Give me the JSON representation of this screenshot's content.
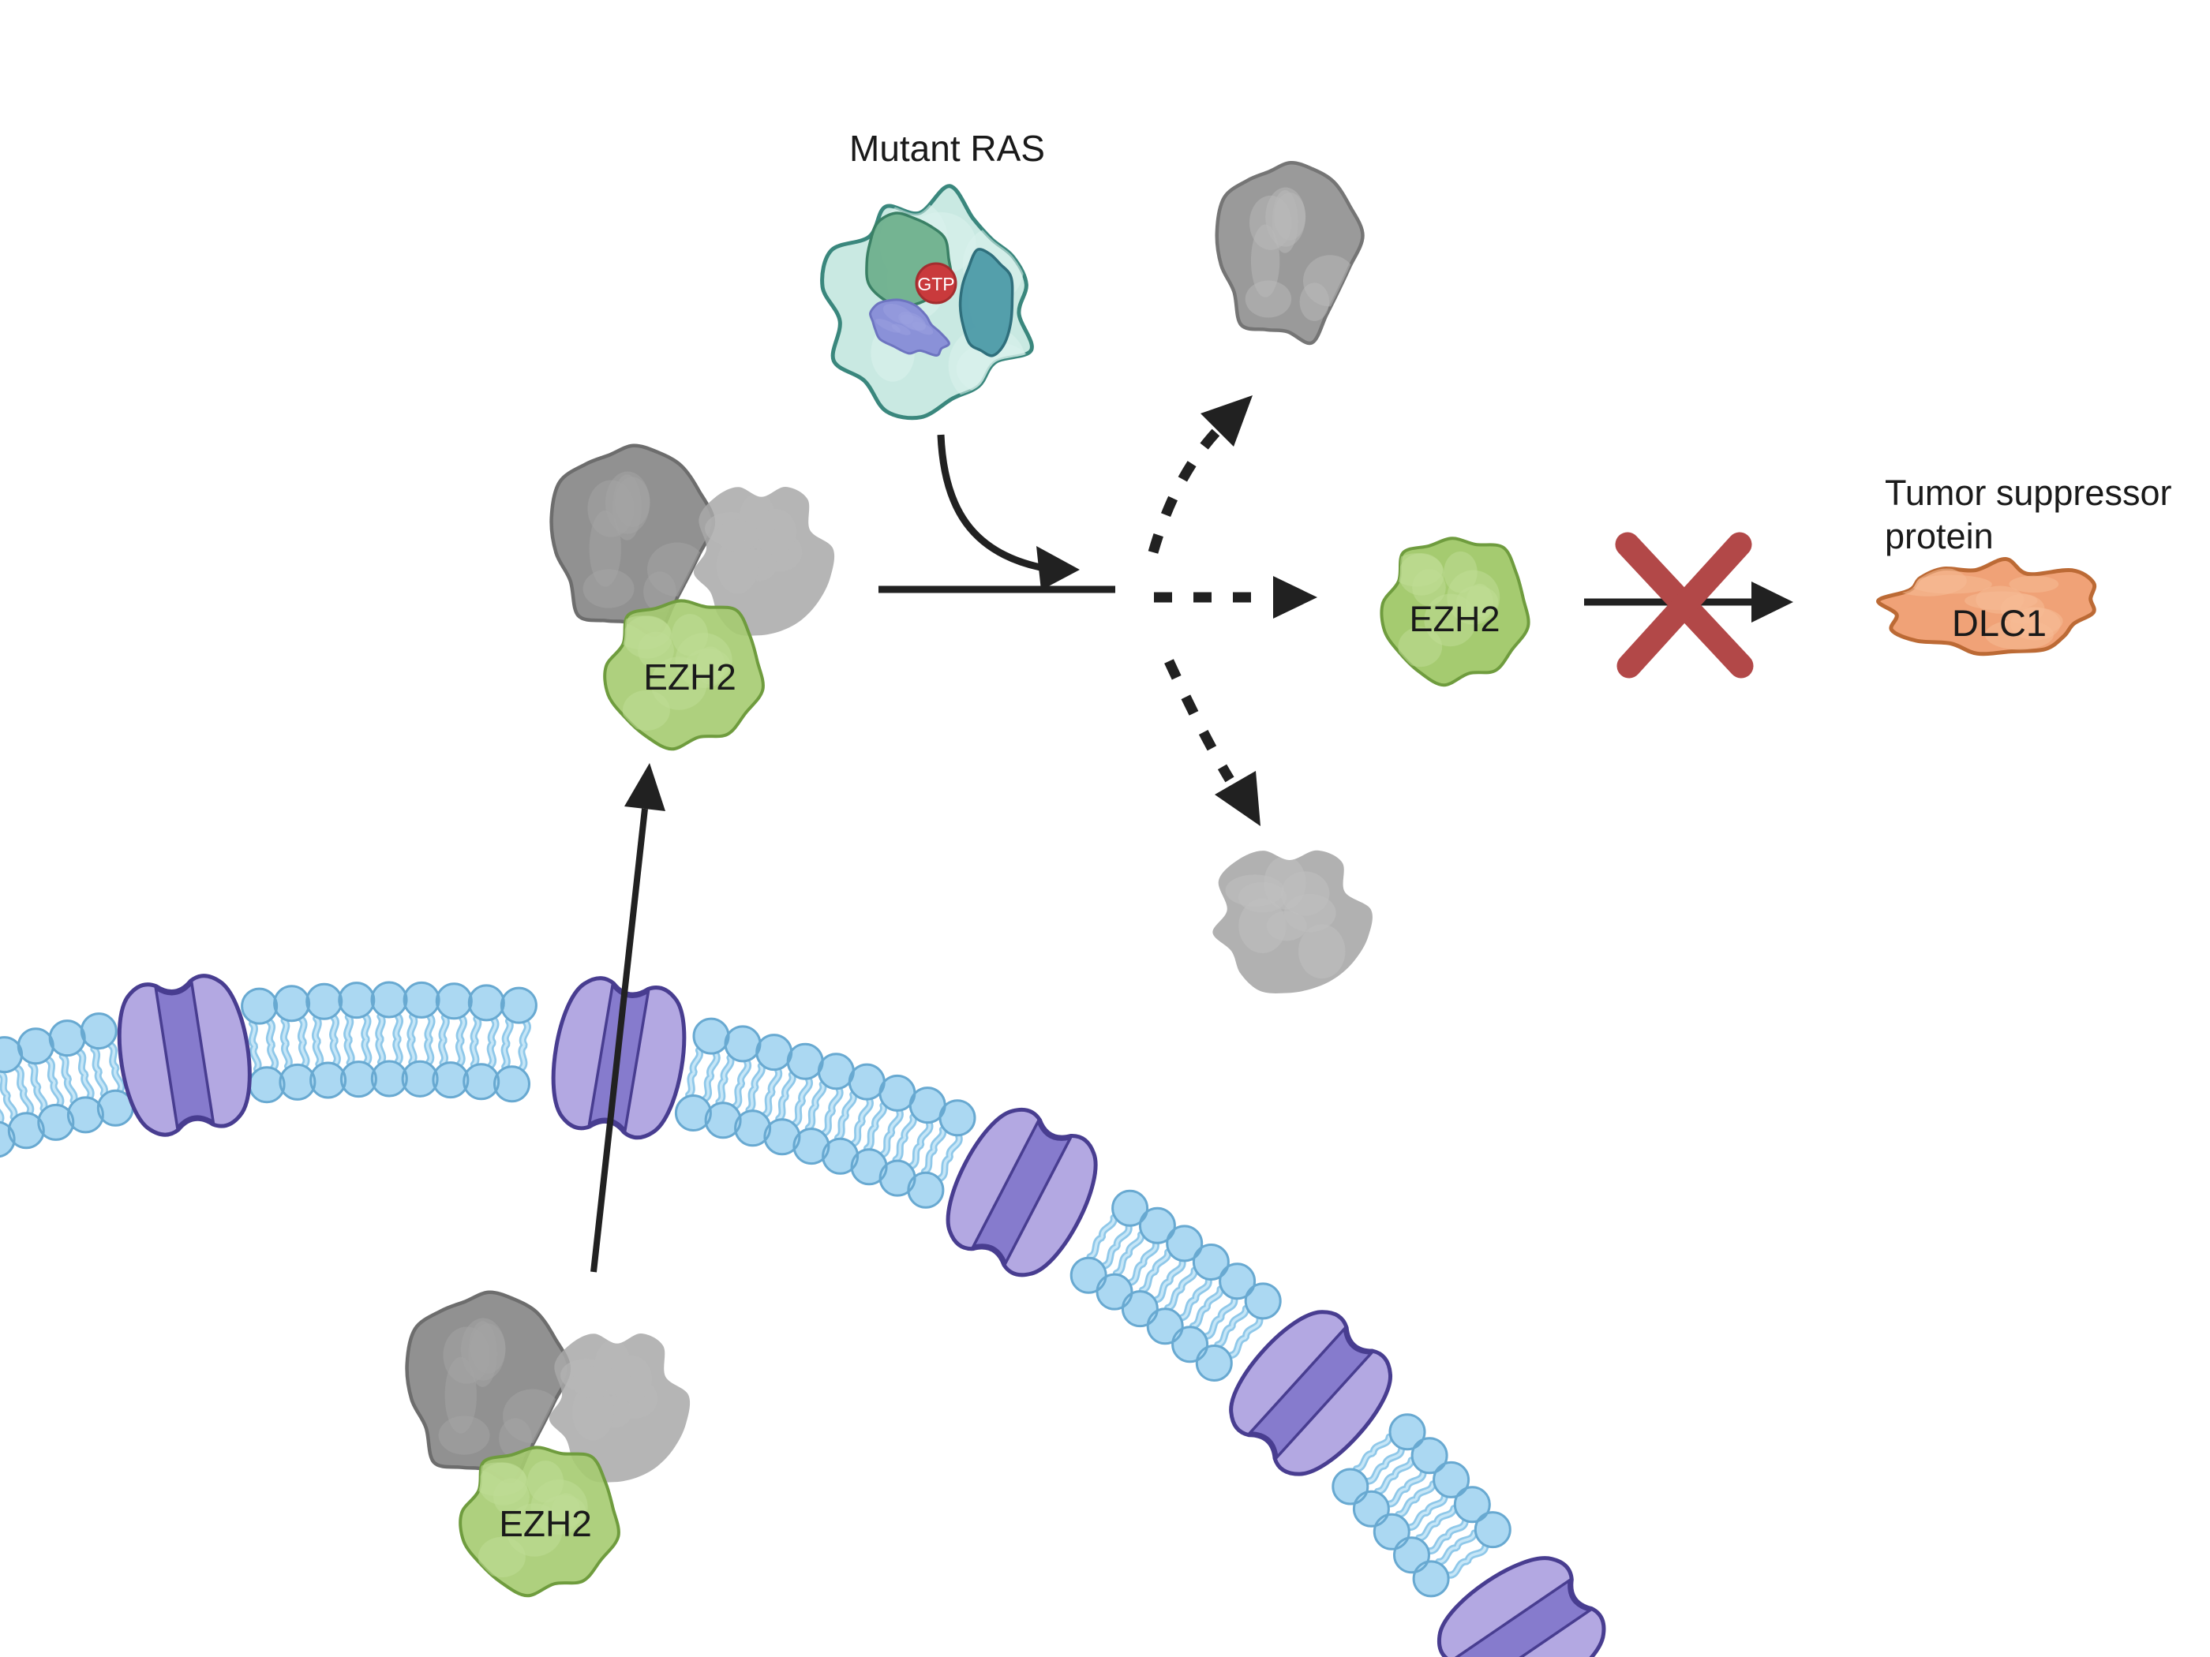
{
  "labels": {
    "mutant_ras": "Mutant RAS",
    "gtp": "GTP",
    "ezh2_complex_top": "EZH2",
    "ezh2_complex_bottom": "EZH2",
    "ezh2_free": "EZH2",
    "dlc1": "DLC1",
    "tumor_suppressor_line1": "Tumor suppressor",
    "tumor_suppressor_line2": "protein"
  },
  "colors": {
    "text": "#1a1a1a",
    "arrow": "#212121",
    "cross_red": "#b24848",
    "gtp_red": "#c93a3c",
    "gtp_red_stroke": "#a32d2f",
    "gtp_text": "#ffffff",
    "ezh2_green": "#a5cb70",
    "ezh2_green_stroke": "#6f9c3e",
    "ezh2_green_light": "#c0dc95",
    "gray_dark": "#919191",
    "gray_dark_stroke": "#6d6d6d",
    "gray_dark_light": "#a4a4a4",
    "gray_light": "#a8a8a8",
    "gray_light_light": "#b8b8b8",
    "gray_released": "#9a9a9a",
    "gray_released_stroke": "#757575",
    "gray_released_soft": "#b1b1b1",
    "gray_released_soft_light": "#bfbfbf",
    "ras_outer": "#c9e9e2",
    "ras_outer_stroke": "#3a877d",
    "ras_outer_light": "#daf2ec",
    "ras_green": "#6fb08d",
    "ras_green_stroke": "#3a8065",
    "ras_teal": "#4d9aa8",
    "ras_teal_stroke": "#2f6f7c",
    "ras_blue": "#8a91d8",
    "ras_blue_stroke": "#6d74c0",
    "dlc1_fill": "#f0a277",
    "dlc1_stroke": "#bc6a35",
    "dlc1_light": "#f5bb95",
    "lipid_head": "#abd8f2",
    "lipid_head_stroke": "#68a9d1",
    "lipid_tail": "#8fc8e9",
    "lipid_tail_light": "#c6e6f7",
    "protein_fill": "#b3a8e2",
    "protein_band": "#8478cb",
    "protein_stroke": "#483d90"
  }
}
